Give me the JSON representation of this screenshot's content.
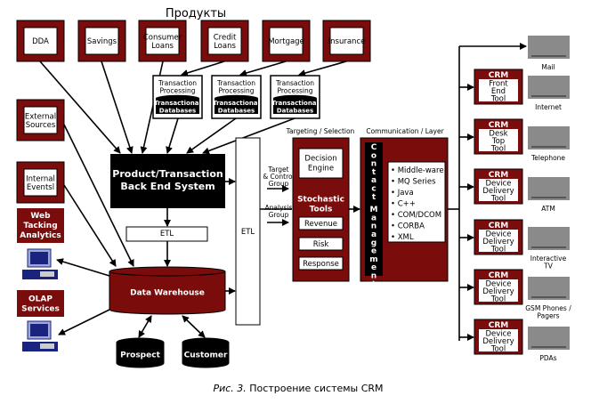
{
  "colors": {
    "brand_red": "#7a0c0c",
    "black": "#000000",
    "screen_gray": "#8a8a8a",
    "pc_blue": "#1a237e"
  },
  "title": "Продукты",
  "products": [
    "DDA",
    "Savings",
    "Consumer|Loans",
    "Credit|Loans",
    "Mortgage",
    "Insurance"
  ],
  "transaction": {
    "processing": "Transaction|Processing",
    "databases": "Transactional|Databases"
  },
  "sources": {
    "external": "External|Sources",
    "internal": "Internal|Eventsl",
    "web": "Web|Tacking|Analytics",
    "olap": "OLAP|Services"
  },
  "backend": "Product/Transaction|Back End System",
  "etl_small": "ETL",
  "etl_tall": "ETL",
  "warehouse": "Data Warehouse",
  "prospect": "Prospect",
  "customer": "Customer",
  "groups": {
    "target": "Target|& Control|Group",
    "analysis": "Analysis|Group"
  },
  "targeting": {
    "header": "Targeting / Selection",
    "decision": "Decision|Engine",
    "stochastic": "Stochastic|Tools",
    "items": [
      "Revenue",
      "Risk",
      "Response"
    ]
  },
  "communication": {
    "header": "Communication / Layer",
    "contact": "Contact Management",
    "items": [
      "• Middle-ware",
      "• MQ Series",
      "• Java",
      "• C++",
      "• COM/DCOM",
      "• CORBA",
      "• XML"
    ]
  },
  "crm_tools": [
    {
      "badge": "CRM",
      "label": "Front|End|Tool"
    },
    {
      "badge": "CRM",
      "label": "Desk|Top|Tool"
    },
    {
      "badge": "CRM",
      "label": "Device|Delivery|Tool"
    },
    {
      "badge": "CRM",
      "label": "Device|Delivery|Tool"
    },
    {
      "badge": "CRM",
      "label": "Device|Delivery|Tool"
    },
    {
      "badge": "CRM",
      "label": "Device|Delivery|Tool"
    }
  ],
  "channels": [
    "Mail",
    "Internet",
    "Telephone",
    "ATM",
    "Interactive|TV",
    "GSM Phones /|Pagers",
    "PDAs"
  ],
  "caption": {
    "fig": "Рис. 3.",
    "text": " Построение системы CRM"
  }
}
